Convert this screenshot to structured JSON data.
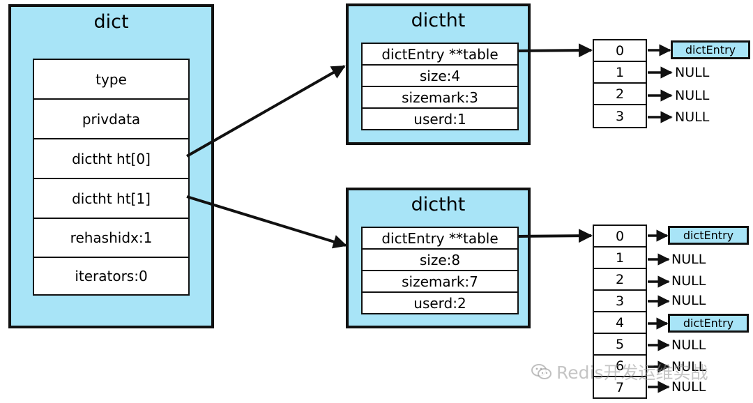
{
  "dict": {
    "title": "dict",
    "fields": [
      "type",
      "privdata",
      "dictht ht[0]",
      "dictht ht[1]",
      "rehashidx:1",
      "iterators:0"
    ]
  },
  "ht0": {
    "title": "dictht",
    "fields": [
      "dictEntry **table",
      "size:4",
      "sizemark:3",
      "userd:1"
    ],
    "buckets": [
      "0",
      "1",
      "2",
      "3"
    ],
    "targets": [
      "dictEntry",
      "NULL",
      "NULL",
      "NULL"
    ]
  },
  "ht1": {
    "title": "dictht",
    "fields": [
      "dictEntry **table",
      "size:8",
      "sizemark:7",
      "userd:2"
    ],
    "buckets": [
      "0",
      "1",
      "2",
      "3",
      "4",
      "5",
      "6",
      "7"
    ],
    "targets": [
      "dictEntry",
      "NULL",
      "NULL",
      "NULL",
      "dictEntry",
      "NULL",
      "NULL",
      "NULL"
    ]
  },
  "watermark": "Redis开发运维实战",
  "colors": {
    "panel_fill": "#a8e4f7",
    "stroke": "#111111"
  }
}
